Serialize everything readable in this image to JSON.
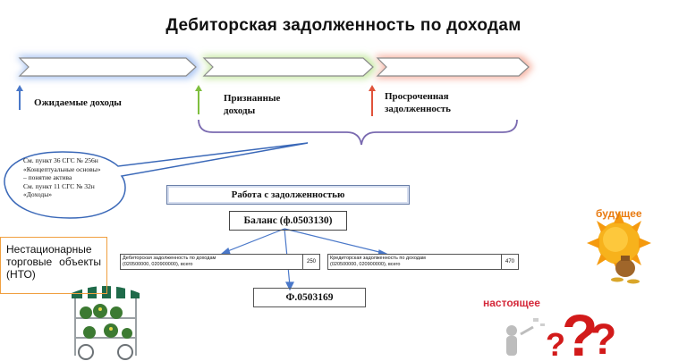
{
  "title": "Дебиторская задолженность по доходам",
  "stages": [
    {
      "label_line1": "Ожидаемые доходы",
      "label_line2": "",
      "color": "#4a78c9",
      "glow": "#a9c4f2"
    },
    {
      "label_line1": "Признанные",
      "label_line2": "доходы",
      "color": "#7fbf3f",
      "glow": "#c6e8a3"
    },
    {
      "label_line1": "Просроченная",
      "label_line2": "задолженность",
      "color": "#e0523a",
      "glow": "#f6b2a2"
    }
  ],
  "callout": {
    "line1": "См. пункт 36 СГС № 256н",
    "line2": "«Концептуальные основы»",
    "line3": "– понятие актива",
    "line4": "См. пункт 11 СГС № 32н",
    "line5": "«Доходы»"
  },
  "work_box": "Работа с задолженностью",
  "balance_box": "Баланс (ф.0503130)",
  "form_box": "Ф.0503169",
  "account_left": {
    "line1": "Дебиторская задолженность по доходам",
    "line2": "(020500000, 020900000), всего",
    "code": "250"
  },
  "account_right": {
    "line1": "Кредиторская задолженность по доходам",
    "line2": "(020500000, 020900000), всего",
    "code": "470"
  },
  "nto": {
    "line1": "Нестационарные",
    "line2": "торговые объекты",
    "line3": "(НТО)"
  },
  "future_label": "будущее",
  "present_label": "настоящее",
  "colors": {
    "blue": "#4a78c9",
    "green": "#7fbf3f",
    "red": "#e0523a",
    "purple": "#7a6ab0",
    "sun": "#f7b21c",
    "orange_word": "#e87a10"
  }
}
